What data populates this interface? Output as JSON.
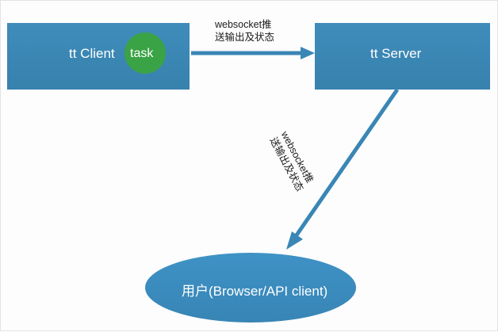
{
  "diagram": {
    "type": "flow-diagram",
    "background": "#fdfdfd",
    "colors": {
      "box_fill": "#3a86b5",
      "box_fill_alt": "#3d87b8",
      "task_circle_fill": "#3aa345",
      "ellipse_fill": "#3a8bc0",
      "arrow": "#3a86b5",
      "label_text": "#1a1a1a",
      "node_text": "#ffffff"
    },
    "nodes": [
      {
        "id": "client-box",
        "shape": "rectangle",
        "label": "tt Client"
      },
      {
        "id": "task-circle",
        "shape": "circle",
        "label": "task"
      },
      {
        "id": "server-box",
        "shape": "rectangle",
        "label": "tt Server"
      },
      {
        "id": "user-ellipse",
        "shape": "ellipse",
        "label": "用户(Browser/API client)"
      }
    ],
    "edges": [
      {
        "id": "client-to-server",
        "from": "client-box",
        "to": "server-box",
        "label_line1": "websocket推",
        "label_line2": "送输出及状态"
      },
      {
        "id": "server-to-user",
        "from": "server-box",
        "to": "user-ellipse",
        "label_line1": "websocket推",
        "label_line2": "送输出及状态"
      }
    ]
  }
}
